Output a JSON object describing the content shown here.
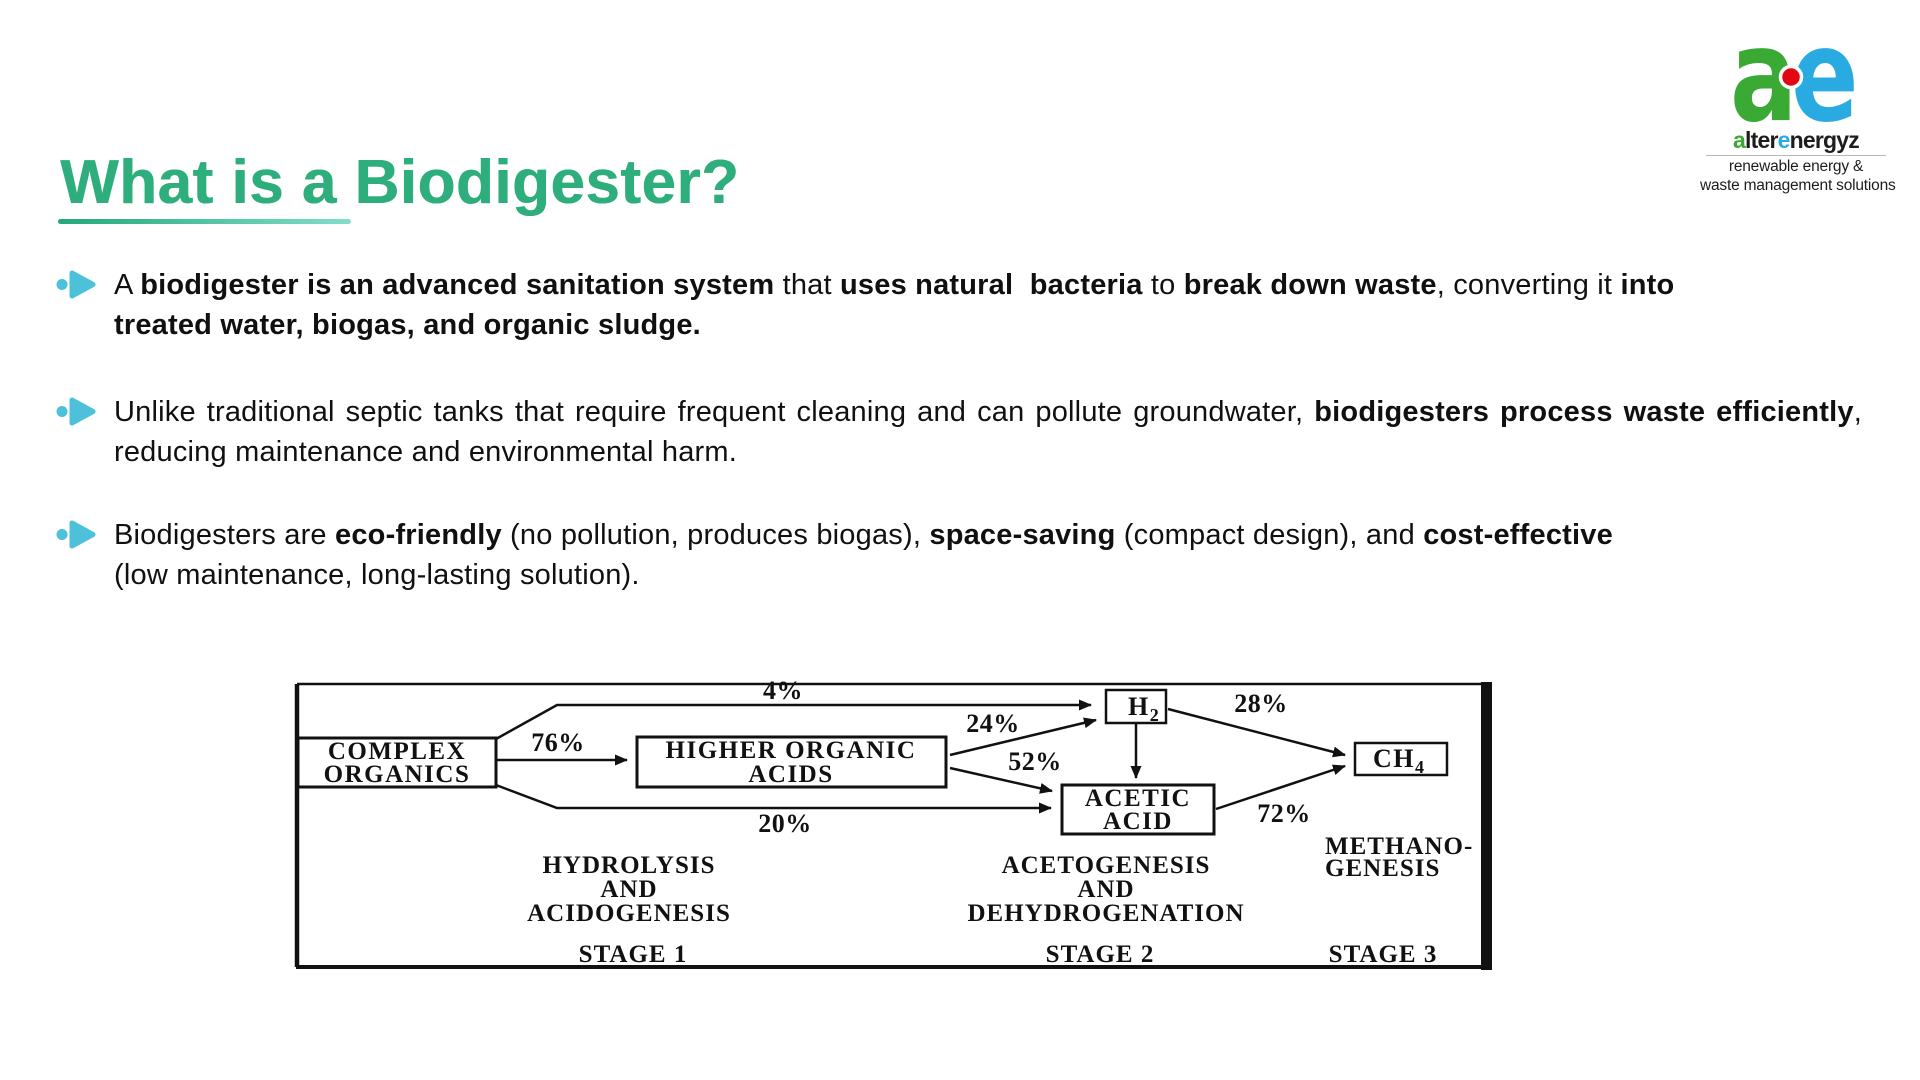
{
  "slide": {
    "title": "What is a Biodigester?",
    "title_color": "#2FAE7D",
    "underline_gradient": [
      "#23A87A",
      "#82DEC9"
    ],
    "bullet_icon_color": "#4CC1D9"
  },
  "logo": {
    "mark": {
      "letter_a": "a",
      "letter_e": "e",
      "a_color": "#3AAA35",
      "e_color": "#29ABE2",
      "dot_color": "#E30613"
    },
    "wordmark_runs": [
      {
        "t": "a",
        "c": "#3AAA35"
      },
      {
        "t": "lter",
        "c": "#1D1D1B"
      },
      {
        "t": "e",
        "c": "#29ABE2"
      },
      {
        "t": "nergyz",
        "c": "#1D1D1B"
      }
    ],
    "tagline_line1": "renewable energy &",
    "tagline_line2": "waste management solutions"
  },
  "bullets": [
    {
      "runs": [
        {
          "t": "A ",
          "b": false
        },
        {
          "t": "biodigester is an advanced sanitation system",
          "b": true
        },
        {
          "t": " that ",
          "b": false
        },
        {
          "t": "uses natural  bacteria",
          "b": true
        },
        {
          "t": " to ",
          "b": false
        },
        {
          "t": "break down waste",
          "b": true
        },
        {
          "t": ", converting it ",
          "b": false
        },
        {
          "t": "into",
          "b": true
        },
        {
          "br": true
        },
        {
          "t": "treated water, biogas, and organic sludge.",
          "b": true
        }
      ]
    },
    {
      "runs": [
        {
          "t": "Unlike traditional septic tanks that require frequent cleaning and can pollute groundwater, ",
          "b": false
        },
        {
          "t": "biodigesters process waste efficiently",
          "b": true
        },
        {
          "t": ", reducing maintenance and environmental harm.",
          "b": false
        }
      ]
    },
    {
      "runs": [
        {
          "t": "Biodigesters are ",
          "b": false
        },
        {
          "t": "eco-friendly",
          "b": true
        },
        {
          "t": " (no pollution, produces biogas), ",
          "b": false
        },
        {
          "t": "space-saving",
          "b": true
        },
        {
          "t": " (compact design), and ",
          "b": false
        },
        {
          "t": "cost-effective",
          "b": true
        },
        {
          "br": true
        },
        {
          "t": "(low maintenance, long-lasting solution).",
          "b": false
        }
      ]
    }
  ],
  "diagram": {
    "boxes": {
      "complex_organics": {
        "line1": "COMPLEX",
        "line2": "ORGANICS"
      },
      "higher_organic_acids": {
        "line1": "HIGHER ORGANIC",
        "line2": "ACIDS"
      },
      "h2": {
        "base": "H",
        "sub": "2"
      },
      "acetic_acid": {
        "line1": "ACETIC",
        "line2": "ACID"
      },
      "ch4": {
        "base": "CH",
        "sub": "4"
      }
    },
    "flow_labels": {
      "co_to_h2": "4%",
      "co_to_hoa": "76%",
      "co_to_aa": "20%",
      "hoa_to_h2": "24%",
      "hoa_to_aa": "52%",
      "h2_to_ch4": "28%",
      "aa_to_ch4": "72%"
    },
    "stages": [
      {
        "process": [
          "HYDROLYSIS",
          "AND",
          "ACIDOGENESIS"
        ],
        "label": "STAGE 1"
      },
      {
        "process": [
          "ACETOGENESIS",
          "AND",
          "DEHYDROGENATION"
        ],
        "label": "STAGE 2"
      },
      {
        "process": [
          "METHANO-",
          "GENESIS"
        ],
        "label": "STAGE 3"
      }
    ]
  }
}
